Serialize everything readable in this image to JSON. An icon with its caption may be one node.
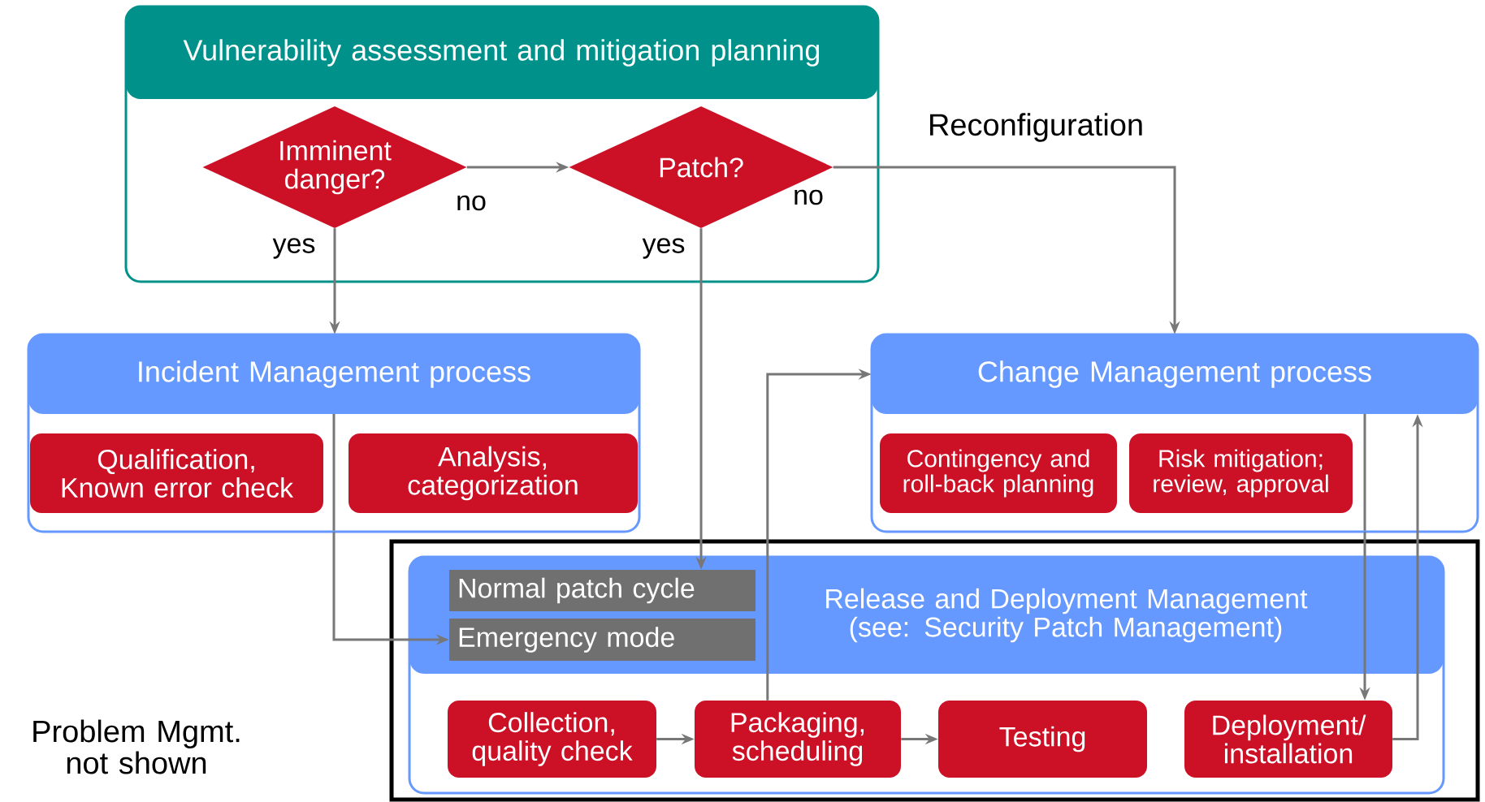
{
  "diagram": {
    "nodes": [
      {
        "text": [
          "Vulnerability assessment and mitigation planning"
        ]
      },
      {
        "text": [
          "Imminent danger?"
        ],
        "in": 0
      },
      {
        "text": [
          "Patch?"
        ],
        "in": 0
      },
      {
        "text": [
          "Incident Management process"
        ]
      },
      {
        "text": [
          "Qualification, Known error check"
        ],
        "in": 3
      },
      {
        "text": [
          "Analysis, categorization"
        ],
        "in": 3
      },
      {
        "text": [
          "Change Management process"
        ]
      },
      {
        "text": [
          "Contingency and roll-back planning"
        ],
        "in": 6
      },
      {
        "text": [
          "Risk mitigation; review, approval"
        ],
        "in": 6
      },
      {
        "text": [
          "Release and Deployment Management (see: Security Patch Management)"
        ]
      },
      {
        "text": [
          "Normal patch cycle"
        ],
        "in": 9
      },
      {
        "text": [
          "Emergency mode"
        ],
        "in": 9
      },
      {
        "text": [
          "Collection, quality check"
        ],
        "in": 9
      },
      {
        "text": [
          "Packaging, scheduling"
        ],
        "in": 9
      },
      {
        "text": [
          "Testing"
        ],
        "in": 9
      },
      {
        "text": [
          "Deployment/ installation"
        ],
        "in": 9
      }
    ],
    "edges": [
      {
        "from": 1,
        "to": 2,
        "arrow": "to",
        "label": "no"
      },
      {
        "from": 1,
        "to": 3,
        "arrow": "to",
        "label": "yes"
      },
      {
        "from": 2,
        "to": 6,
        "arrow": "to",
        "label": "no"
      },
      {
        "from": 2,
        "to": 10,
        "arrow": "to",
        "label": "yes"
      },
      {
        "from": 3,
        "to": 11,
        "arrow": "to"
      },
      {
        "from": 12,
        "to": 13,
        "arrow": "to"
      },
      {
        "from": 13,
        "to": 14,
        "arrow": "to"
      },
      {
        "from": 13,
        "to": 6,
        "arrow": "to"
      },
      {
        "from": 6,
        "to": 15,
        "arrow": "to"
      },
      {
        "from": 15,
        "to": 6,
        "arrow": "to"
      }
    ],
    "labels": [
      "Reconfiguration",
      "Problem Mgmt. not shown"
    ]
  }
}
